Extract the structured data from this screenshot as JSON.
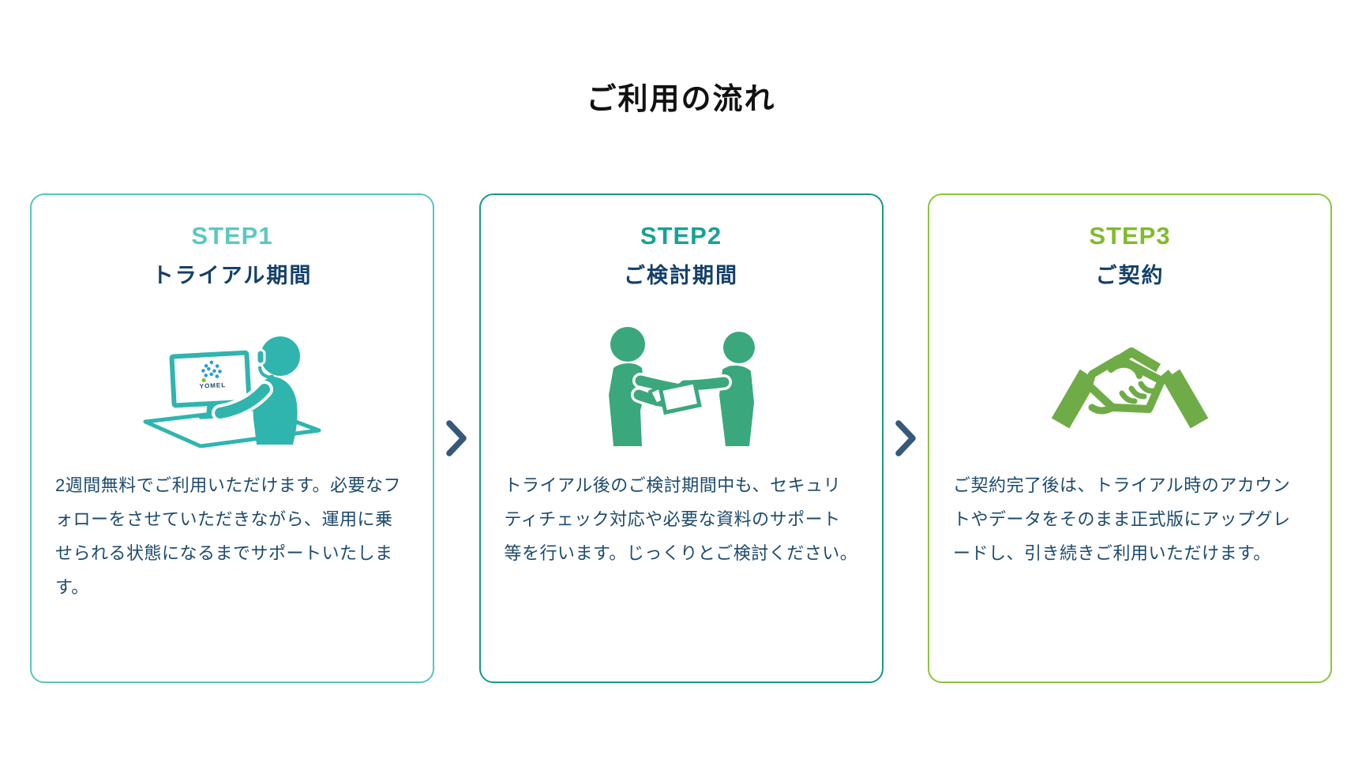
{
  "page": {
    "title": "ご利用の流れ",
    "background": "#ffffff"
  },
  "text_colors": {
    "title": "#111111",
    "card_title": "#15406A",
    "body": "#1D4A6C"
  },
  "arrow": {
    "icon": "chevron-right-icon",
    "color": "#36587A"
  },
  "steps": [
    {
      "label": "STEP1",
      "title": "トライアル期間",
      "description": "2週間無料でご利用いただけます。必要なフォローをさせていただきながら、運用に乗せられる状態になるまでサポートいたします。",
      "icon": "operator-at-computer-icon",
      "monitor_logo_text": "YOMEL",
      "label_color": "#5BC8C0",
      "border_color": "#58C5BD",
      "icon_color": "#2FB5AE"
    },
    {
      "label": "STEP2",
      "title": "ご検討期間",
      "description": "トライアル後のご検討期間中も、セキュリティチェック対応や必要な資料のサポート等を行います。じっくりとご検討ください。",
      "icon": "document-handover-icon",
      "label_color": "#16A295",
      "border_color": "#17988C",
      "icon_color": "#3BA77D"
    },
    {
      "label": "STEP3",
      "title": "ご契約",
      "description": "ご契約完了後は、トライアル時のアカウントやデータをそのまま正式版にアップグレードし、引き続きご利用いただけます。",
      "icon": "handshake-icon",
      "label_color": "#7FBB2C",
      "border_color": "#8BC53F",
      "icon_color": "#6FAC47"
    }
  ]
}
